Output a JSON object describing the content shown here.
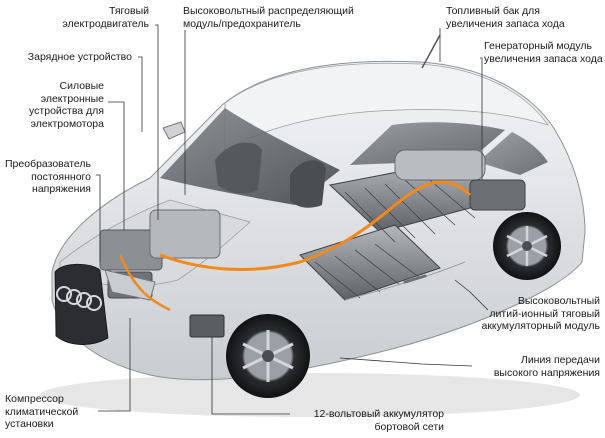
{
  "labels": {
    "traction_motor": "Тяговый\nэлектродвигатель",
    "hv_distributor": "Высоковольтный распределяющий\nмодуль/предохранитель",
    "fuel_tank": "Топливный бак для\nувеличения запаса хода",
    "charger": "Зарядное устройство",
    "generator": "Генераторный модуль\nувеличения запаса хода",
    "power_electronics": "Силовые\nэлектронные\nустройства для\nэлектромотора",
    "dc_converter": "Преобразователь\nпостоянного\nнапряжения",
    "hv_battery": "Высоковольтный\nлитий-ионный тяговый\nаккумуляторный модуль",
    "hv_line": "Линия передачи\nвысокого напряжения",
    "ac_compressor": "Компрессор\nклиматической\nустановки",
    "battery_12v": "12-вольтовый аккумулятор\nбортовой сети"
  },
  "colors": {
    "car_body": "#e9ebee",
    "battery": "#8e9196",
    "hv_cable": "#f08a1c",
    "callout_line": "#333333"
  }
}
